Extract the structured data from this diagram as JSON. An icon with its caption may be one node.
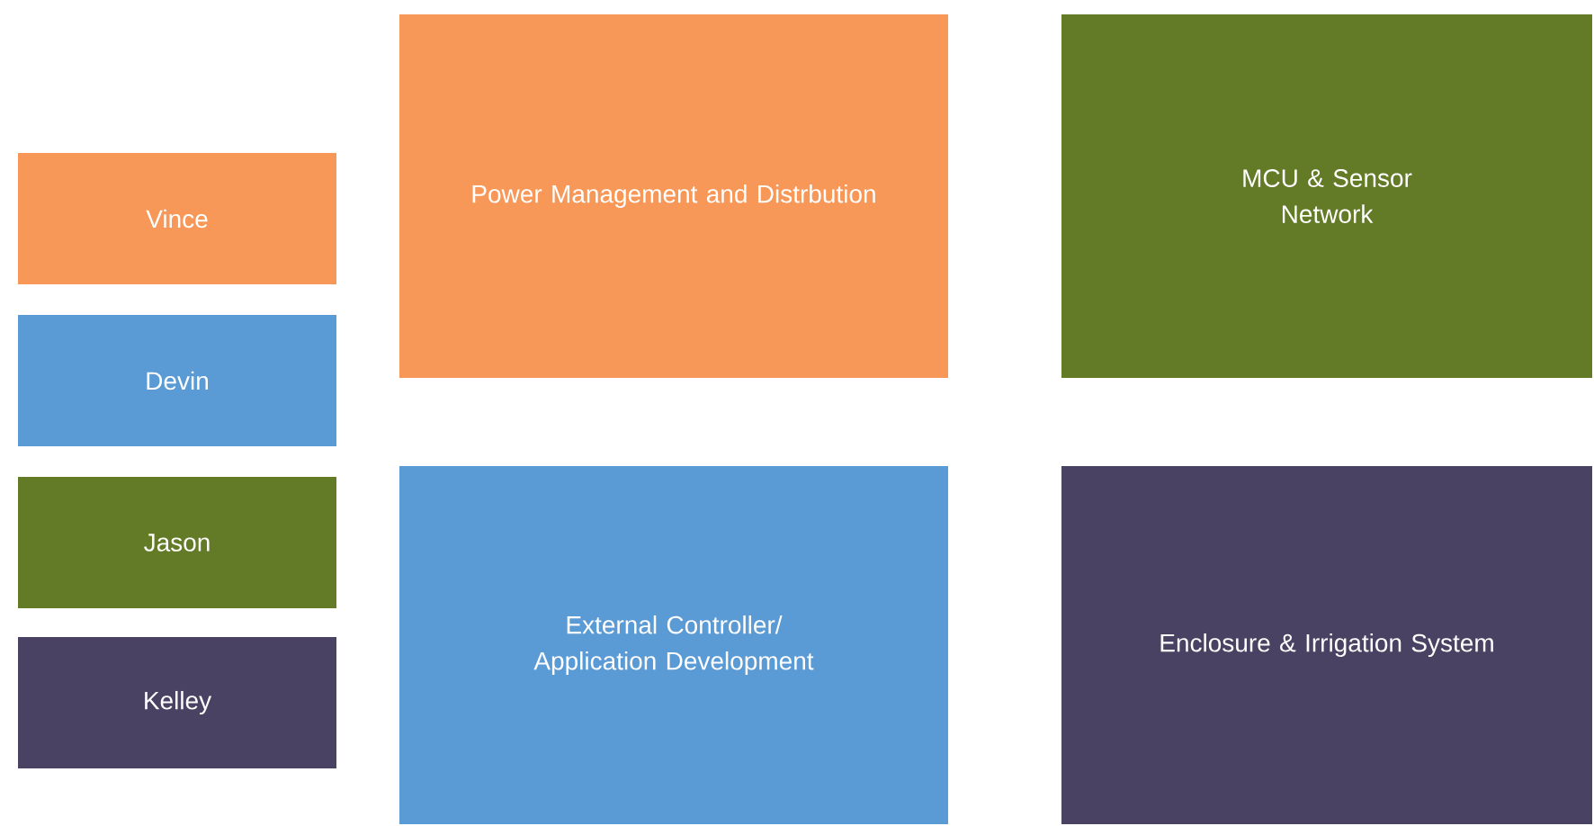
{
  "diagram": {
    "nodes": [
      {
        "text": [
          "Vince"
        ]
      },
      {
        "text": [
          "Devin"
        ]
      },
      {
        "text": [
          "Jason"
        ]
      },
      {
        "text": [
          "Kelley"
        ]
      },
      {
        "text": [
          "Power Management and Distrbution"
        ]
      },
      {
        "text": [
          "MCU & Sensor Network"
        ]
      },
      {
        "text": [
          "External Controller/ Application Development"
        ]
      },
      {
        "text": [
          "Enclosure & Irrigation System"
        ]
      }
    ]
  }
}
